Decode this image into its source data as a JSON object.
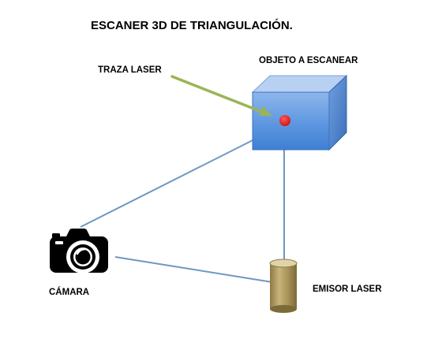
{
  "title": "ESCANER 3D DE TRIANGULACIÓN.",
  "labels": {
    "laser_trace": "TRAZA LASER",
    "object": "OBJETO A ESCANEAR",
    "camera": "CÁMARA",
    "emitter": "EMISOR LASER"
  },
  "icons": {
    "camera": "camera-icon",
    "emitter": "laser-cylinder-icon",
    "object": "blue-cube-icon",
    "trace": "red-dot-icon"
  },
  "colors": {
    "beam_line": "#6f97c2",
    "arrow": "#9bb456",
    "cube_front": "#4f8fdc",
    "cube_top": "#b6cff0",
    "cube_side": "#3a6fb8",
    "laser_dot": "#e41f1f",
    "cylinder_body": "#a8945a",
    "cylinder_top": "#d8caa0"
  }
}
